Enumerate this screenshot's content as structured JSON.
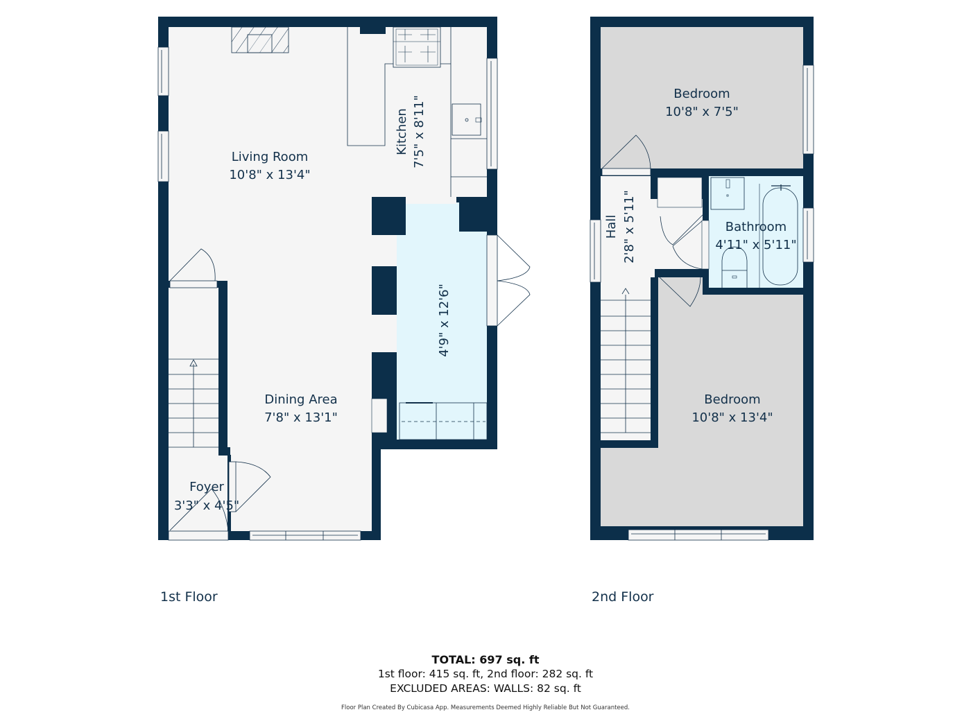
{
  "floors": [
    {
      "label": "1st Floor",
      "rooms": [
        {
          "name": "Living Room",
          "dims": "10'8\" x 13'4\""
        },
        {
          "name": "Kitchen",
          "dims": "7'5\" x 8'11\""
        },
        {
          "name": "",
          "dims": "4'9\" x 12'6\""
        },
        {
          "name": "Dining Area",
          "dims": "7'8\" x 13'1\""
        },
        {
          "name": "Foyer",
          "dims": "3'3\" x 4'5\""
        }
      ]
    },
    {
      "label": "2nd Floor",
      "rooms": [
        {
          "name": "Bedroom",
          "dims": "10'8\" x 7'5\""
        },
        {
          "name": "Hall",
          "dims": "2'8\" x 5'11\""
        },
        {
          "name": "Bathroom",
          "dims": "4'11\" x 5'11\""
        },
        {
          "name": "Bedroom",
          "dims": "10'8\" x 13'4\""
        }
      ]
    }
  ],
  "summary": {
    "total": "TOTAL: 697 sq. ft",
    "floors": "1st floor: 415 sq. ft, 2nd floor: 282 sq. ft",
    "excluded": "EXCLUDED AREAS: WALLS: 82 sq. ft",
    "disclaimer": "Floor Plan Created By Cubicasa App. Measurements Deemed Highly Reliable But Not Guaranteed."
  },
  "colors": {
    "wall": "#0c2f4a",
    "floor_light": "#f5f5f5",
    "floor_gray": "#d9d9d9",
    "wet_area": "#e2f6fc"
  }
}
